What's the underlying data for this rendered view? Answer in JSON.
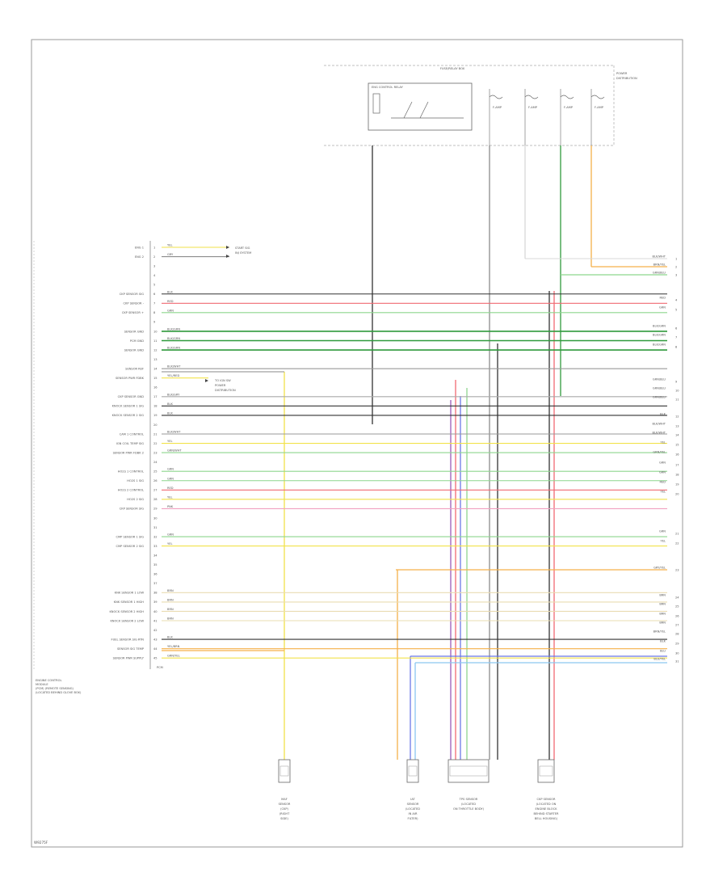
{
  "colors": {
    "frame": "#9a9a9a",
    "wire_black": "#333333",
    "wire_gray": "#8c8c8c",
    "wire_red": "#f06a72",
    "wire_pink": "#f0a0c0",
    "wire_green": "#8ed68e",
    "wire_dgreen": "#2f9a3c",
    "wire_yellow": "#f2e24a",
    "wire_tan": "#eadcb2",
    "wire_orange": "#f5b04a",
    "wire_blue": "#6b78e6",
    "wire_purple": "#9a5ab8",
    "wire_lblue": "#8cc6f0"
  },
  "fuse_box": {
    "title": "FUSE/RELAY BOX",
    "relay_label": "ENG CONTROL RELAY",
    "fuses": [
      "F-AMP",
      "F-AMP",
      "F-AMP",
      "F-AMP"
    ],
    "side_note": "POWER DISTRIBUTION"
  },
  "pcm_pins": [
    {
      "label": "ENG 1",
      "pin": "1",
      "wire": "YEL"
    },
    {
      "label": "ENG 2",
      "pin": "2",
      "wire": "GRY"
    },
    {
      "label": "",
      "pin": "3",
      "wire": ""
    },
    {
      "label": "",
      "pin": "4",
      "wire": ""
    },
    {
      "label": "",
      "pin": "5",
      "wire": ""
    },
    {
      "label": "CKP SENSOR SIG",
      "pin": "6",
      "wire": "BLK"
    },
    {
      "label": "CKP SENSOR -",
      "pin": "7",
      "wire": "RED"
    },
    {
      "label": "CKP SENSOR +",
      "pin": "8",
      "wire": "GRN"
    },
    {
      "label": "",
      "pin": "9",
      "wire": ""
    },
    {
      "label": "SENSOR GND",
      "pin": "10",
      "wire": "BLK/GRN"
    },
    {
      "label": "PCM GND",
      "pin": "11",
      "wire": "BLK/GRN"
    },
    {
      "label": "SENSOR GND",
      "pin": "12",
      "wire": "BLK/GRN"
    },
    {
      "label": "",
      "pin": "13",
      "wire": ""
    },
    {
      "label": "SENSOR REF",
      "pin": "14",
      "wire": "BLK/WHT"
    },
    {
      "label": "SENSOR PWR FDBK",
      "pin": "15",
      "wire": "YEL/RED"
    },
    {
      "label": "",
      "pin": "16",
      "wire": ""
    },
    {
      "label": "CKP SENSOR GND",
      "pin": "17",
      "wire": "BLK/GRY"
    },
    {
      "label": "KNOCK SENSOR 1 SIG",
      "pin": "18",
      "wire": "BLK"
    },
    {
      "label": "KNOCK SENSOR 2 SIG",
      "pin": "19",
      "wire": "BLK"
    },
    {
      "label": "",
      "pin": "20",
      "wire": ""
    },
    {
      "label": "CAM 1 CONTROL",
      "pin": "21",
      "wire": "BLK/WHT"
    },
    {
      "label": "IGN COIL TEMP SIG",
      "pin": "22",
      "wire": "YEL"
    },
    {
      "label": "SENSOR PWR FDBK 2",
      "pin": "23",
      "wire": "GRN/WHT"
    },
    {
      "label": "",
      "pin": "24",
      "wire": ""
    },
    {
      "label": "HO2S 1 CONTROL",
      "pin": "25",
      "wire": "GRN"
    },
    {
      "label": "HO2S 1 SIG",
      "pin": "26",
      "wire": "GRN"
    },
    {
      "label": "HO2S 2 CONTROL",
      "pin": "27",
      "wire": "RED"
    },
    {
      "label": "HO2S 2 SIG",
      "pin": "28",
      "wire": "YEL"
    },
    {
      "label": "CKP SENSOR SIG",
      "pin": "29",
      "wire": "PNK"
    },
    {
      "label": "",
      "pin": "30",
      "wire": ""
    },
    {
      "label": "",
      "pin": "31",
      "wire": ""
    },
    {
      "label": "CMP SENSOR 1 SIG",
      "pin": "32",
      "wire": "GRN"
    },
    {
      "label": "CMP SENSOR 2 SIG",
      "pin": "33",
      "wire": "YEL"
    },
    {
      "label": "",
      "pin": "34",
      "wire": ""
    },
    {
      "label": "",
      "pin": "35",
      "wire": ""
    },
    {
      "label": "",
      "pin": "36",
      "wire": ""
    },
    {
      "label": "",
      "pin": "37",
      "wire": ""
    },
    {
      "label": "KNK SENSOR 1 LOW",
      "pin": "38",
      "wire": "BRN"
    },
    {
      "label": "KNK SENSOR 1 HIGH",
      "pin": "39",
      "wire": "BRN"
    },
    {
      "label": "KNOCK SENSOR 2 HIGH",
      "pin": "40",
      "wire": "BRN"
    },
    {
      "label": "KNOCK SENSOR 2 LOW",
      "pin": "41",
      "wire": "BRN"
    },
    {
      "label": "",
      "pin": "42",
      "wire": ""
    },
    {
      "label": "FUEL SENSOR SIG RTN",
      "pin": "43",
      "wire": "BLK"
    },
    {
      "label": "SENSOR SIG TEMP",
      "pin": "44",
      "wire": "YEL/BRN"
    },
    {
      "label": "SENSOR PWR SUPPLY",
      "pin": "45",
      "wire": "GRN/YEL"
    }
  ],
  "pcm_footer": "PCM",
  "pcm_title_lines": [
    "ENGINE CONTROL",
    "MODULE",
    "(PCM) (REMOTE SENSING)",
    "(LOCATED BEHIND GLOVE BOX)"
  ],
  "notes": {
    "pin1": "START SIG",
    "pin1b": "INJ SYSTEM",
    "pin14a": "TO IGN SW",
    "pin14b": "POWER",
    "pin14c": "DISTRIBUTION"
  },
  "right_tags": [
    "BLK/WHT",
    "BRN/YEL",
    "GRN/BLU",
    "RED",
    "GRN",
    "BLK/GRN",
    "BLK/GRN",
    "BLK/GRN",
    "GRN/BLU",
    "GRN/BLU",
    "GRN/BLU",
    "BLK",
    "BLK/WHT",
    "BLK/WHT",
    "YEL",
    "GRN/YEL",
    "GRN",
    "GRN",
    "RED",
    "YEL",
    "GRN",
    "YEL",
    "GRY/YEL",
    "BRN",
    "BRN",
    "BRN",
    "BRN",
    "BRN/YEL",
    "BLK",
    "BLU",
    "BLU/YEL"
  ],
  "components": [
    {
      "lines": [
        "MAF",
        "SENSOR",
        "(CKP)",
        "(RIGHT",
        "SIDE)"
      ]
    },
    {
      "lines": [
        "IAT",
        "SENSOR",
        "(LOCATED",
        "IN AIR",
        "FILTER)"
      ]
    },
    {
      "lines": [
        "TPS SENSOR",
        "(LOCATED",
        "ON THROTTLE BODY)"
      ]
    },
    {
      "lines": [
        "CKP SENSOR",
        "(LOCATED ON",
        "ENGINE BLOCK",
        "BEHIND STARTER",
        "BELL HOUSING)"
      ]
    }
  ],
  "page_id": "W9275F"
}
